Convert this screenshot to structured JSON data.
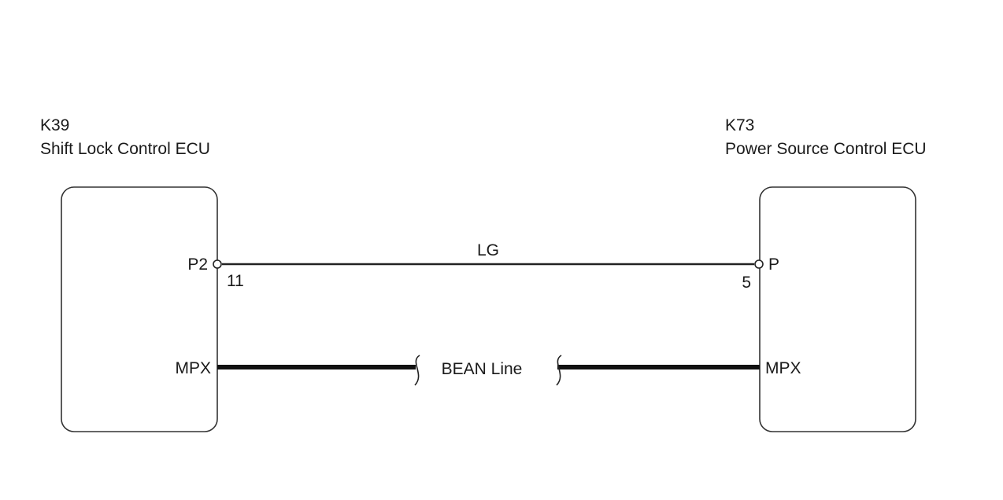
{
  "left_ecu": {
    "code": "K39",
    "name": "Shift Lock Control ECU",
    "pin_terminal": "P2",
    "pin_number": "11",
    "bus_terminal": "MPX"
  },
  "right_ecu": {
    "code": "K73",
    "name": "Power Source Control ECU",
    "pin_terminal": "P",
    "pin_number": "5",
    "bus_terminal": "MPX"
  },
  "signal_wire": {
    "color_code": "LG"
  },
  "bus_wire": {
    "label": "BEAN Line"
  }
}
